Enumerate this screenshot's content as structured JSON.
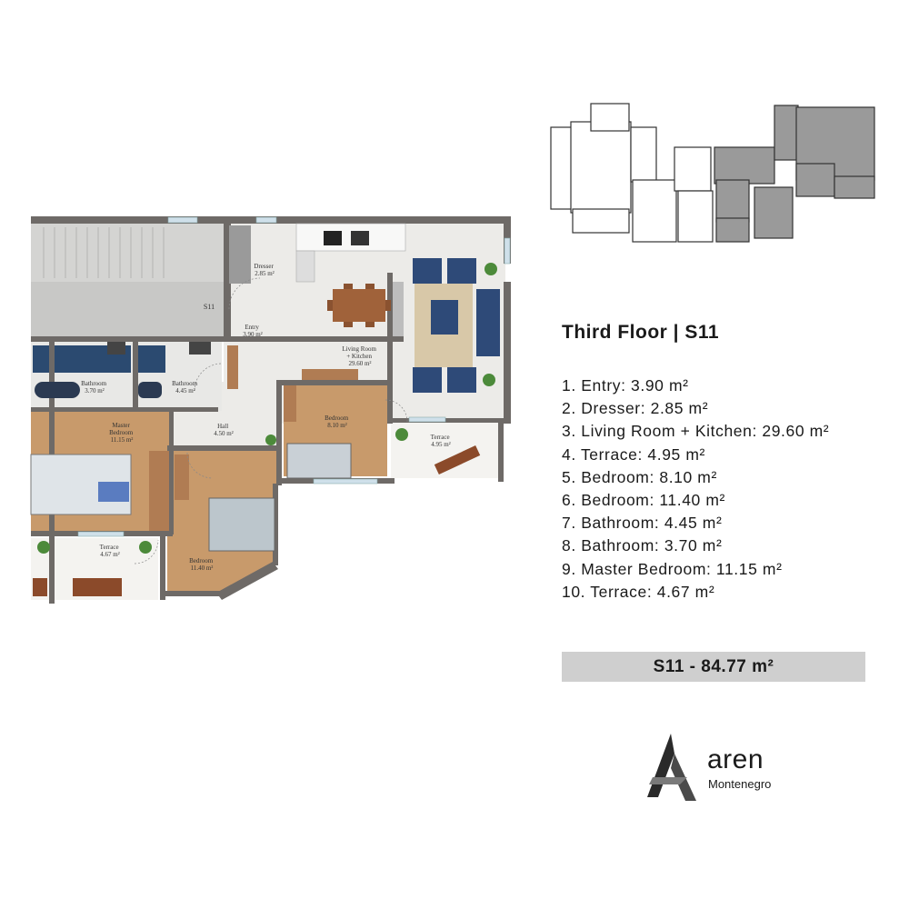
{
  "floor_title": "Third Floor | S11",
  "rooms": [
    "1. Entry: 3.90 m²",
    "2. Dresser: 2.85 m²",
    "3. Living Room + Kitchen: 29.60 m²",
    "4. Terrace: 4.95 m²",
    "5. Bedroom: 8.10 m²",
    "6. Bedroom: 11.40 m²",
    "7. Bathroom: 4.45 m²",
    "8. Bathroom: 3.70 m²",
    "9. Master Bedroom: 11.15 m²",
    "10. Terrace: 4.67 m²"
  ],
  "total": "S11 - 84.77 m²",
  "plan_labels": {
    "dresser": [
      "Dresser",
      "2.85 m²"
    ],
    "s11": "S11",
    "entry": [
      "Entry",
      "3.90 m²"
    ],
    "living": [
      "Living Room",
      "+ Kitchen",
      "29.60 m²"
    ],
    "bathroom1": [
      "Bathroom",
      "3.70 m²"
    ],
    "bathroom2": [
      "Bathroom",
      "4.45 m²"
    ],
    "hall": [
      "Hall",
      "4.50 m²"
    ],
    "bedroom_small": [
      "Bedroom",
      "8.10 m²"
    ],
    "terrace_right": [
      "Terrace",
      "4.95 m²"
    ],
    "master": [
      "Master",
      "Bedroom",
      "11.15 m²"
    ],
    "terrace_left": [
      "Terrace",
      "4.67 m²"
    ],
    "bedroom_large": [
      "Bedroom",
      "11.40 m²"
    ]
  },
  "logo": {
    "name": "aren",
    "subtitle": "Montenegro"
  },
  "colors": {
    "wall": "#6e6a67",
    "floor_tile": "#ececea",
    "wood": "#c89a6b",
    "sofa": "#2e4a78",
    "highlight": "#9a9a9a",
    "total_bar": "#cfcfcf"
  }
}
